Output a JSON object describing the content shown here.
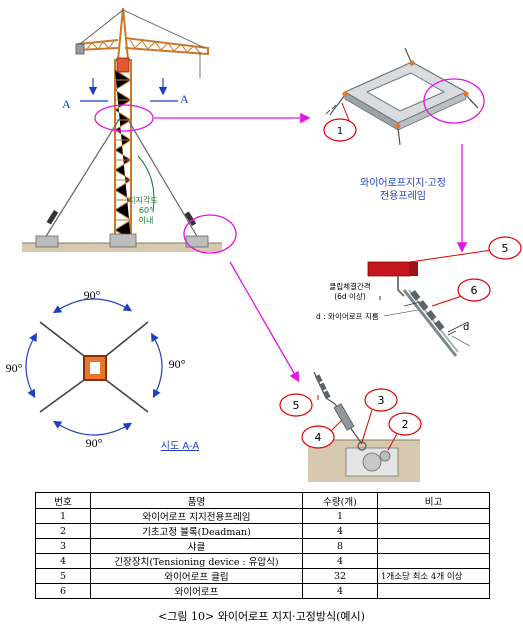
{
  "labels": {
    "section_a_left": "A",
    "section_a_right": "A",
    "angle_note_line1": "지지각도",
    "angle_note_line2": "60°",
    "angle_note_line3": "이내",
    "frame_title_line1": "와이어로프지지·고정",
    "frame_title_line2": "전용프레임",
    "clip_spacing_line1": "클립체결간격",
    "clip_spacing_line2": "(6d 이상)",
    "d_note": "d : 와이어로프 지름",
    "d_symbol": "d",
    "angle_top": "90°",
    "angle_left": "90°",
    "angle_right": "90°",
    "angle_bottom": "90°",
    "section_view_label": "시도 A-A",
    "callout_1": "1",
    "callout_2": "2",
    "callout_3": "3",
    "callout_4": "4",
    "callout_5a": "5",
    "callout_5b": "5",
    "callout_6": "6"
  },
  "colors": {
    "highlight": "#e414e4",
    "callout_red": "#e00000",
    "blue_text": "#1f3fbf",
    "crane_orange": "#c9782c",
    "hook_red": "#c4161c"
  },
  "table": {
    "headers": [
      "번호",
      "품명",
      "수량(개)",
      "비고"
    ],
    "rows": [
      [
        "1",
        "와이어로프 지지전용프레임",
        "1",
        ""
      ],
      [
        "2",
        "기초고정 블록(Deadman)",
        "4",
        ""
      ],
      [
        "3",
        "샤클",
        "8",
        ""
      ],
      [
        "4",
        "긴장장치(Tensioning device : 유압식)",
        "4",
        ""
      ],
      [
        "5",
        "와이어로프 클립",
        "32",
        "1개소당 최소 4개 이상"
      ],
      [
        "6",
        "와이어로프",
        "4",
        ""
      ]
    ]
  },
  "caption": "<그림 10> 와이어로프 지지·고정방식(예시)"
}
